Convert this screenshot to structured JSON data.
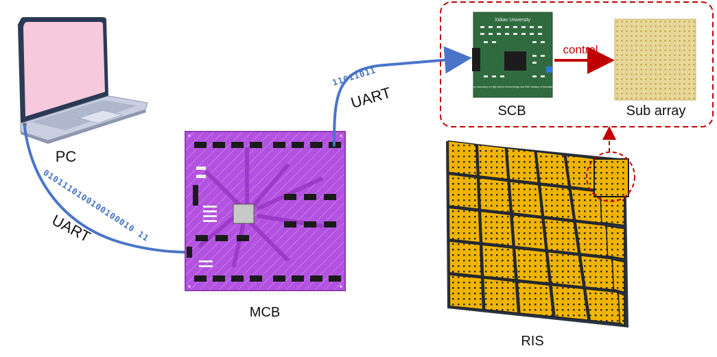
{
  "labels": {
    "pc": "PC",
    "mcb": "MCB",
    "scb": "SCB",
    "sub_array": "Sub array",
    "ris": "RIS",
    "control": "control",
    "uart_left": "UART",
    "uart_right": "UART"
  },
  "bitstreams": {
    "left": "0101110100100100010 11",
    "right": "11011011"
  },
  "board_text": {
    "scb_title": "Xidian University",
    "scb_footer": "Key Laboratory of High-Speed Circuit Design and EMC Ministry of Education"
  },
  "colors": {
    "cable": "#4a74c9",
    "bits": "#4472c4",
    "dashed_box": "#c00000",
    "control_arrow": "#c00000",
    "mcb_board": "#b352e0",
    "scb_board": "#2f6b3f",
    "ris_tile": "#f0b400",
    "laptop_screen": "#f6c9dc",
    "laptop_body": "#c9cfe0"
  }
}
